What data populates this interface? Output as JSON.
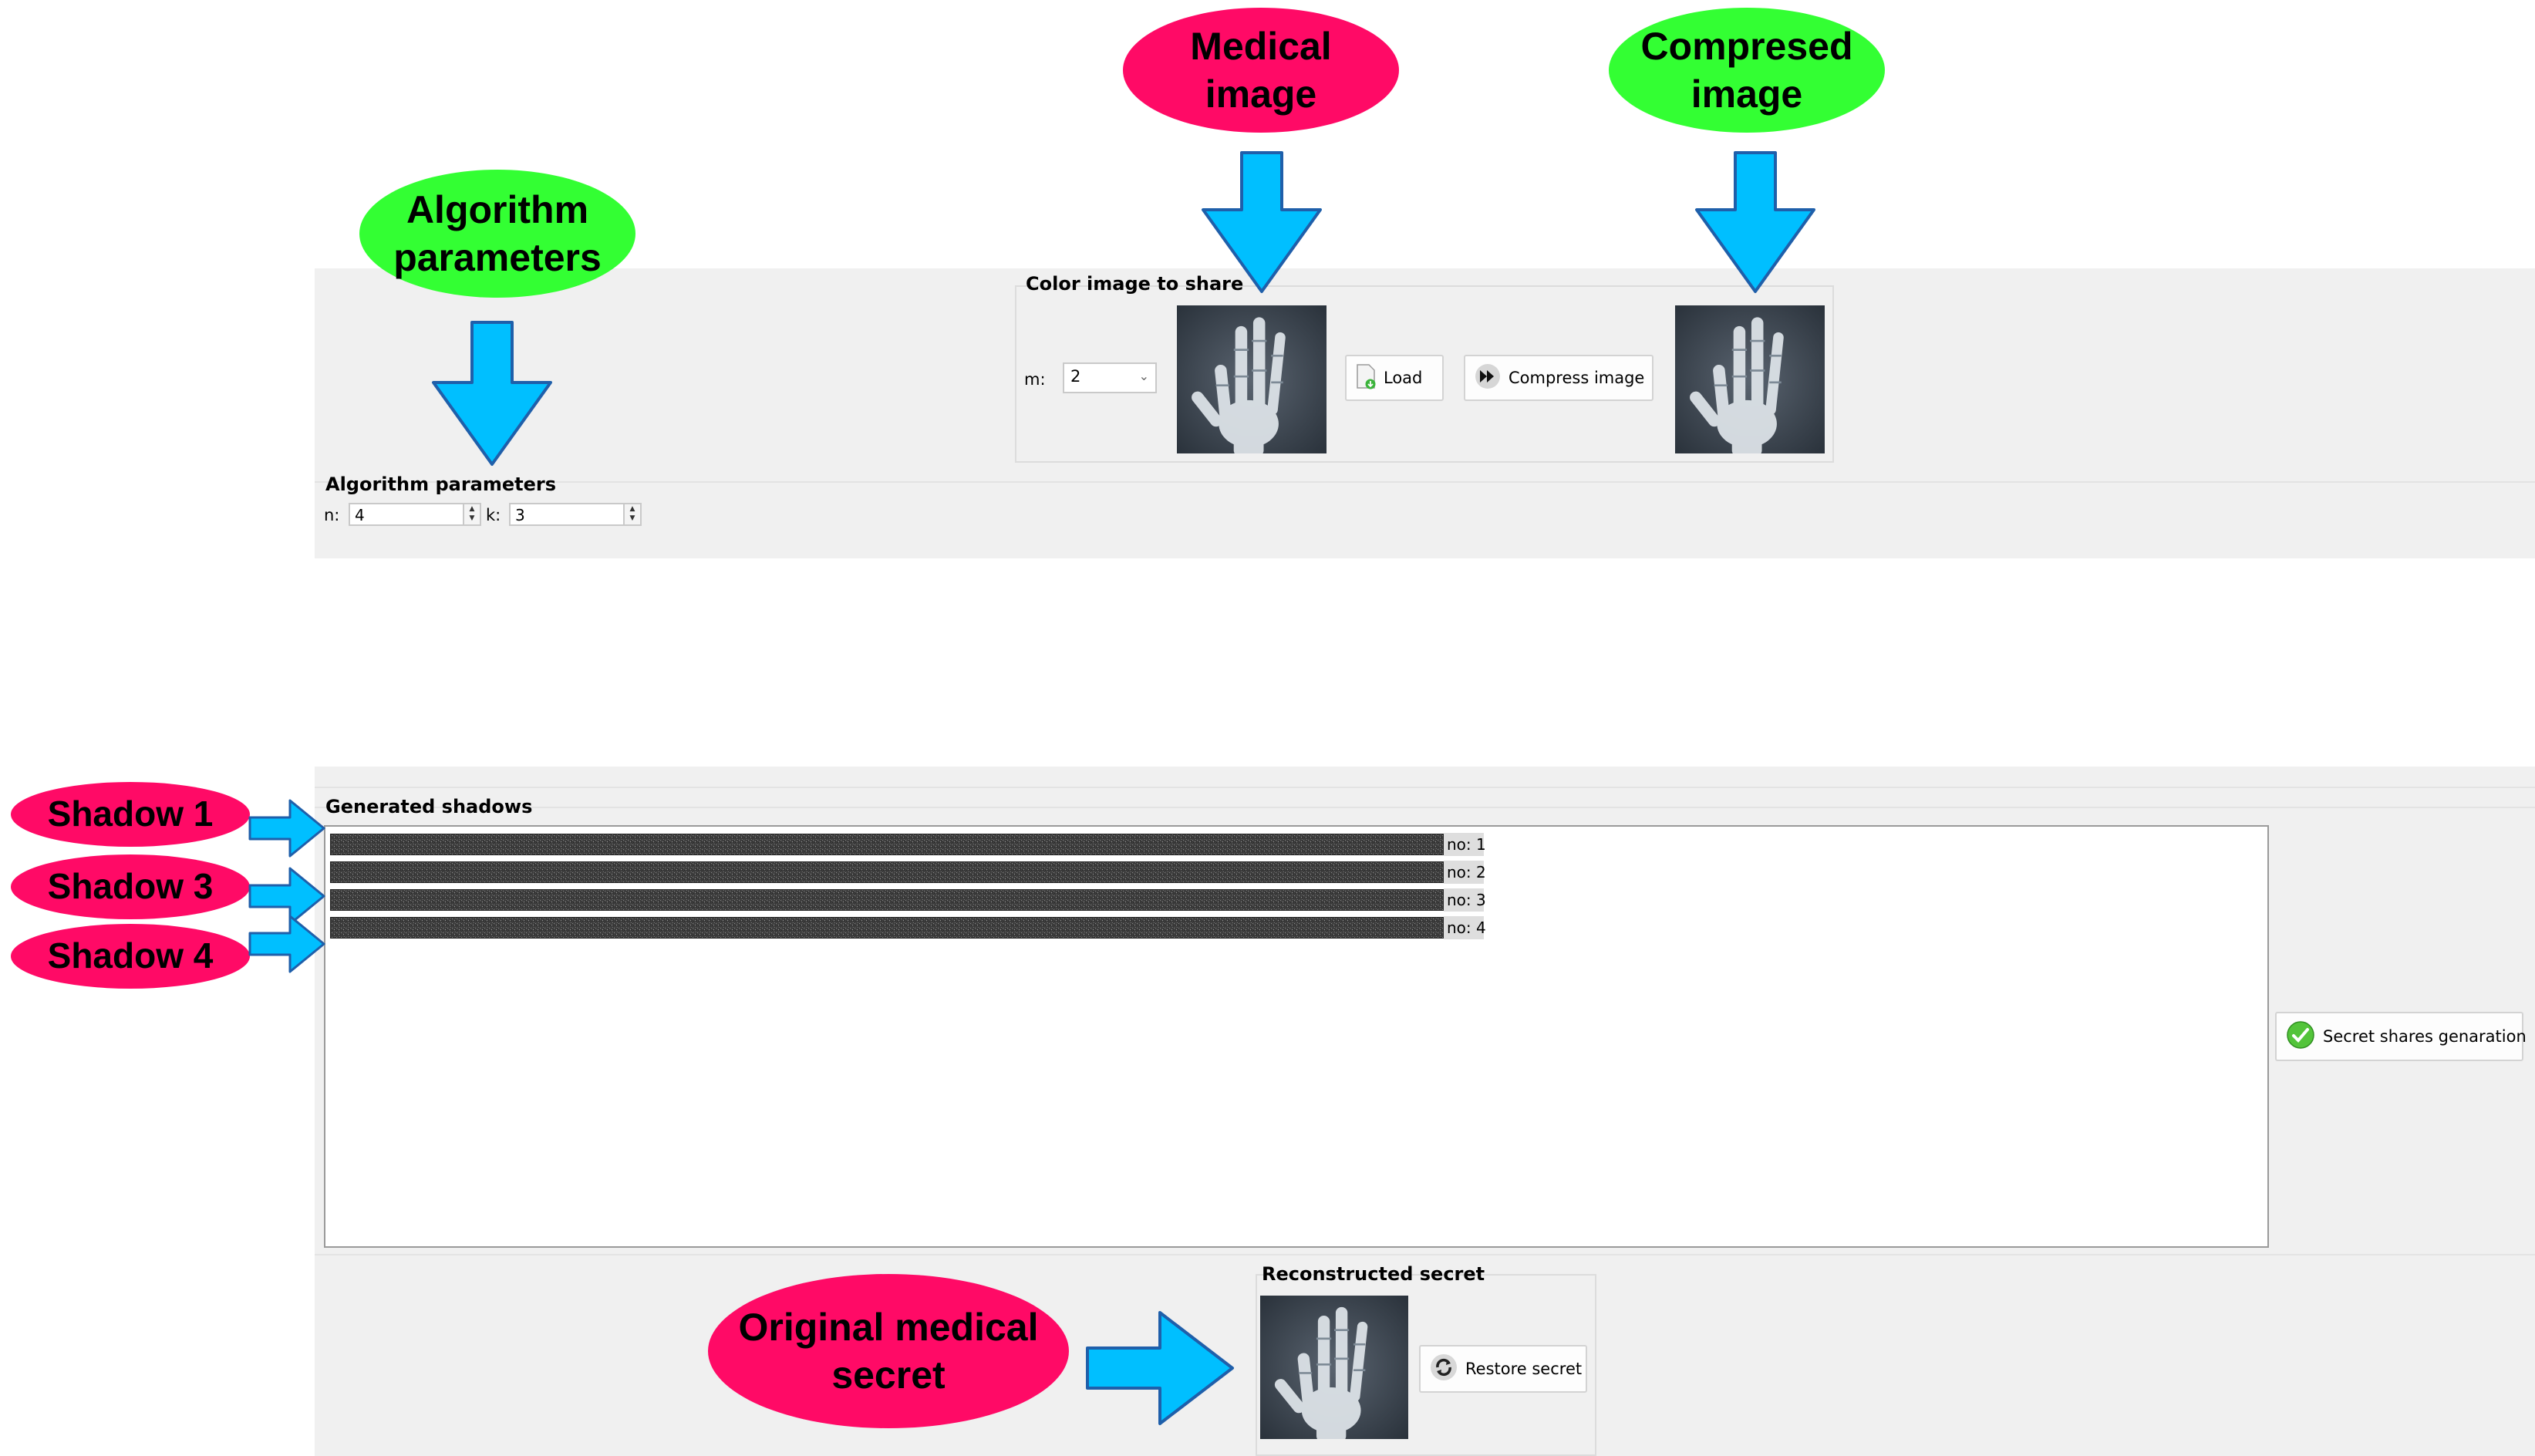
{
  "colors": {
    "panel_bg": "#f0f0f0",
    "callout_red": "#ff0a66",
    "callout_green": "#33ff33",
    "arrow_fill": "#00bfff",
    "arrow_outline": "#1f5faa"
  },
  "annotations": {
    "medical_image": {
      "line1": "Medical",
      "line2": "image"
    },
    "compressed_image": {
      "line1": "Compresed",
      "line2": "image"
    },
    "algorithm_parameters": {
      "line1": "Algorithm",
      "line2": "parameters"
    },
    "shadow_1": "Shadow 1",
    "shadow_3": "Shadow 3",
    "shadow_4": "Shadow 4",
    "original_secret": {
      "line1": "Original medical",
      "line2": "secret"
    }
  },
  "color_image_group": {
    "title": "Color image to share",
    "m_label": "m:",
    "m_value": "2",
    "load_label": "Load",
    "compress_label": "Compress image",
    "medical_image_icon": "hand-xray-image",
    "compressed_image_icon": "hand-xray-image"
  },
  "algorithm_group": {
    "title": "Algorithm parameters",
    "n_label": "n:",
    "n_value": "4",
    "k_label": "k:",
    "k_value": "3"
  },
  "shadows_group": {
    "title": "Generated shadows",
    "rows": [
      {
        "label": "no: 1"
      },
      {
        "label": "no: 2"
      },
      {
        "label": "no: 3"
      },
      {
        "label": "no: 4"
      }
    ],
    "generate_label": "Secret shares genaration"
  },
  "reconstructed_group": {
    "title": "Reconstructed secret",
    "restore_label": "Restore secret",
    "reconstructed_image_icon": "hand-xray-image"
  }
}
